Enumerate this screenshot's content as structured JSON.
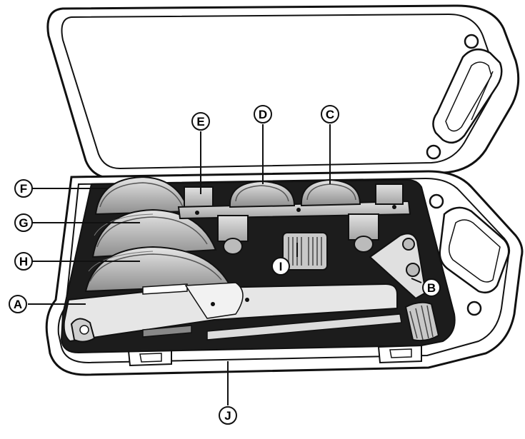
{
  "callouts": [
    {
      "id": "A",
      "label": "A"
    },
    {
      "id": "B",
      "label": "B"
    },
    {
      "id": "C",
      "label": "C"
    },
    {
      "id": "D",
      "label": "D"
    },
    {
      "id": "E",
      "label": "E"
    },
    {
      "id": "F",
      "label": "F"
    },
    {
      "id": "G",
      "label": "G"
    },
    {
      "id": "H",
      "label": "H"
    },
    {
      "id": "I",
      "label": "I"
    },
    {
      "id": "J",
      "label": "J"
    }
  ],
  "colors": {
    "outline": "#111111",
    "foam": "#1c1c1c",
    "metal_light": "#d8d8d8",
    "metal_mid": "#a9a9a9",
    "metal_dark": "#7a7a7a",
    "case": "#ffffff"
  }
}
